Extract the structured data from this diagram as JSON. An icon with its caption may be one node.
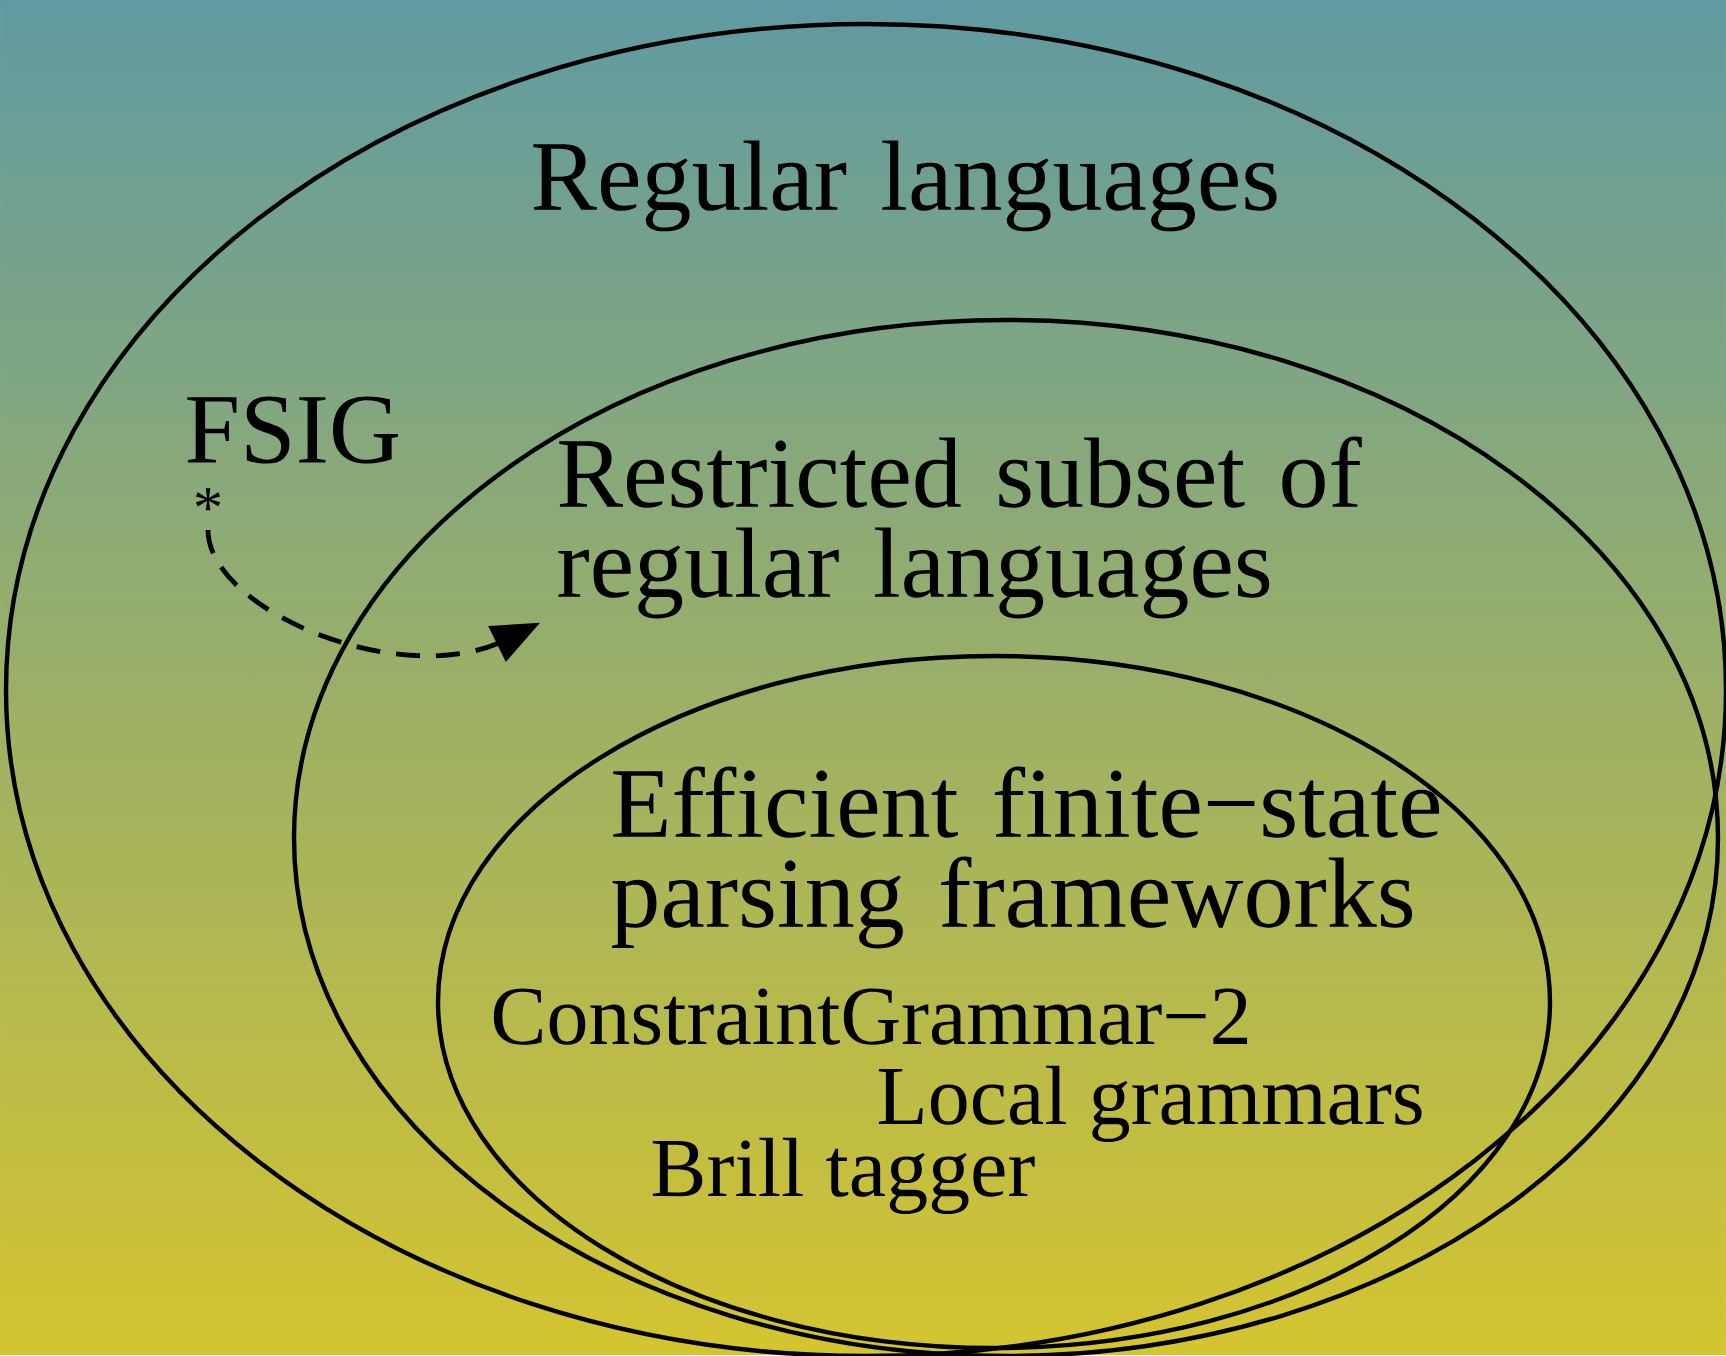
{
  "diagram": {
    "nodes": [
      {
        "text": [
          "Regular languages"
        ]
      },
      {
        "text": [
          "Restricted subset of regular languages"
        ],
        "in": 0
      },
      {
        "text": [
          "Efficient finite−state parsing frameworks"
        ],
        "in": 1
      },
      {
        "text": [
          "FSIG"
        ],
        "beside": [
          "*"
        ],
        "in": 0
      }
    ],
    "edges": [
      {
        "from": 3,
        "to": 1,
        "arrow": "to",
        "style": "dashed"
      }
    ],
    "labels": [
      "ConstraintGrammar−2",
      "Local grammars",
      "Brill tagger"
    ]
  }
}
